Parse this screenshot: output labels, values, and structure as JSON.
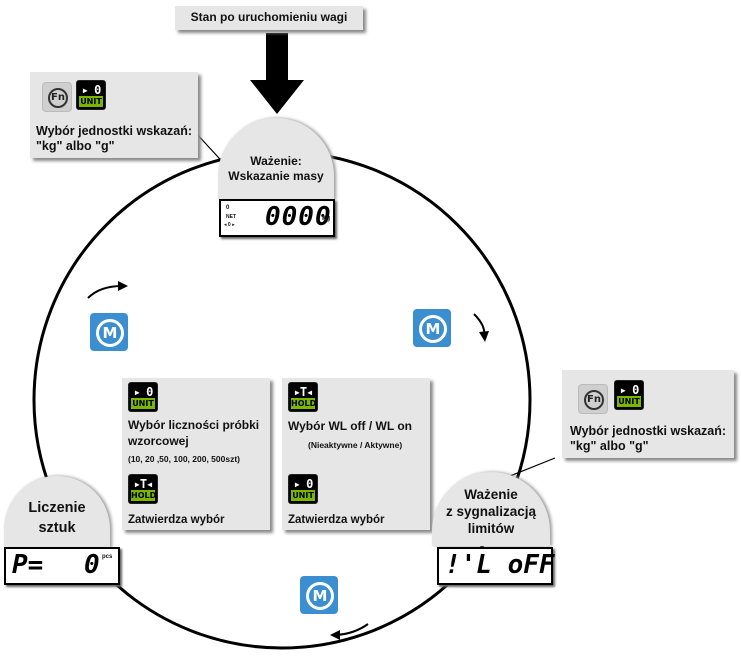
{
  "header": {
    "label": "Stan po uruchomieniu wagi"
  },
  "keys": {
    "fn": "Fn",
    "zero_top": "▸ 0 ◂",
    "unit": "UNIT",
    "tare_top": "▸T◂",
    "hold": "HOLD",
    "mode": "M"
  },
  "top_left_box": {
    "text": "Wybór jednostki wskazań:\n\"kg\" albo \"g\""
  },
  "right_box": {
    "text": "Wybór jednostki wskazań:\n\"kg\" albo \"g\""
  },
  "weighing": {
    "title": "Ważenie:\nWskazanie masy",
    "indicators": [
      "0",
      "NET",
      "◂ 0 ▸"
    ],
    "display": "0000",
    "unit": "kg"
  },
  "counting": {
    "title": "Liczenie\nsztuk",
    "display_left": "P=",
    "display_right": "0",
    "unit": "pcs"
  },
  "limits": {
    "title": "Ważenie\nz sygnalizacją\nlimitów",
    "display": "!'L oFF"
  },
  "sample_box": {
    "line1": "Wybór liczności próbki",
    "line2": "wzorcowej",
    "options": "(10, 20 ,50, 100, 200, 500szt)",
    "confirm": "Zatwierdza wybór"
  },
  "wl_box": {
    "line1": "Wybór WL off / WL on",
    "sub": "(Nieaktywne / Aktywne)",
    "confirm": "Zatwierdza wybór"
  }
}
